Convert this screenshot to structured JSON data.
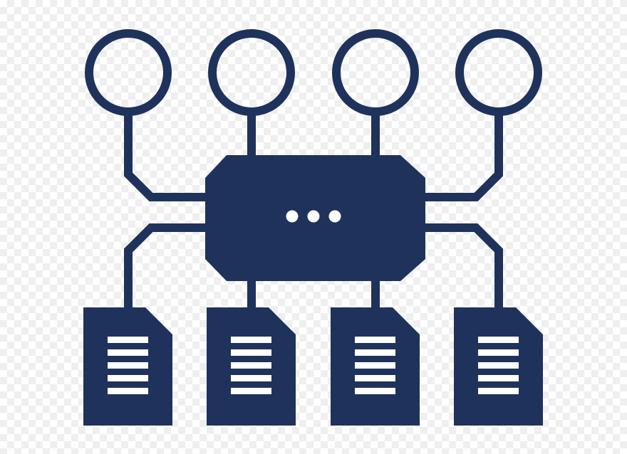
{
  "colors": {
    "icon": "#1e325b",
    "dot": "#ffffff",
    "background": "#ffffff",
    "checker": "#efefef"
  },
  "icon": {
    "name": "data-distribution-hub-icon",
    "hub_dots": 3,
    "top_nodes": [
      {
        "name": "node-1-icon"
      },
      {
        "name": "node-2-icon"
      },
      {
        "name": "node-3-icon"
      },
      {
        "name": "node-4-icon"
      }
    ],
    "documents": [
      {
        "name": "document-1-icon",
        "text_lines": 5
      },
      {
        "name": "document-2-icon",
        "text_lines": 5
      },
      {
        "name": "document-3-icon",
        "text_lines": 5
      },
      {
        "name": "document-4-icon",
        "text_lines": 5
      }
    ]
  }
}
